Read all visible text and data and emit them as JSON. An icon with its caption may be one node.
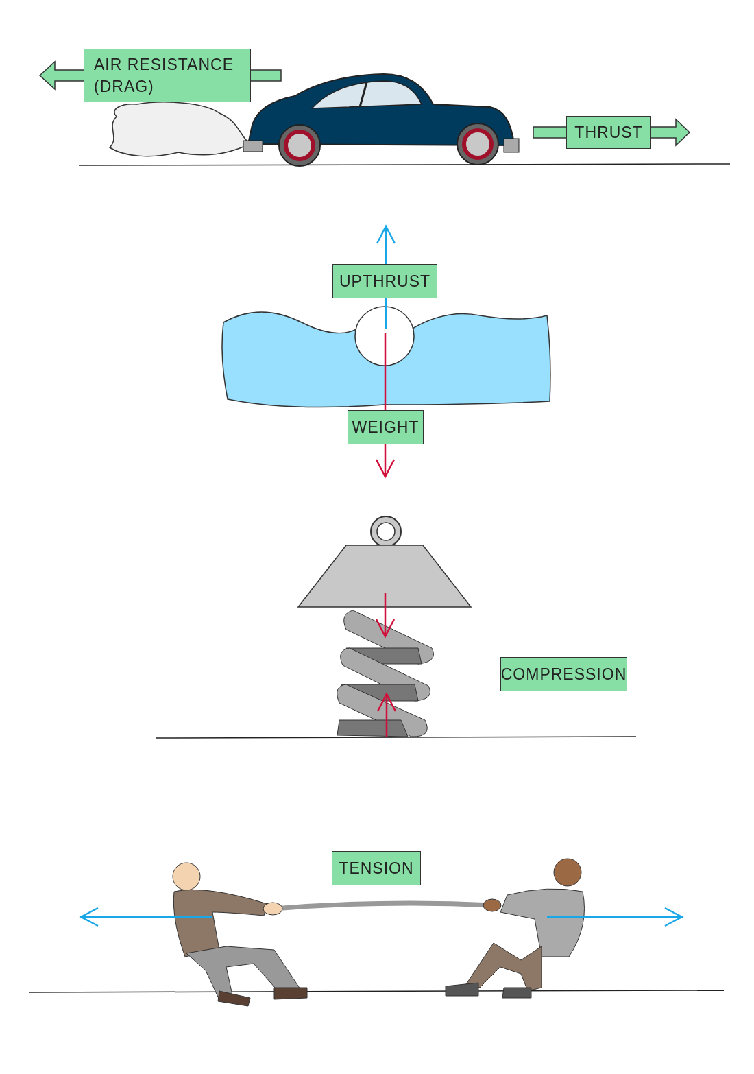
{
  "diagram": {
    "nodes": [
      {
        "text": [
          "AIR RESISTANCE (DRAG)"
        ]
      },
      {
        "text": [
          "THRUST"
        ]
      },
      {
        "text": [
          "UPTHRUST"
        ]
      },
      {
        "text": [
          "WEIGHT"
        ]
      },
      {
        "text": [
          "COMPRESSION"
        ]
      },
      {
        "text": [
          "TENSION"
        ]
      }
    ]
  }
}
